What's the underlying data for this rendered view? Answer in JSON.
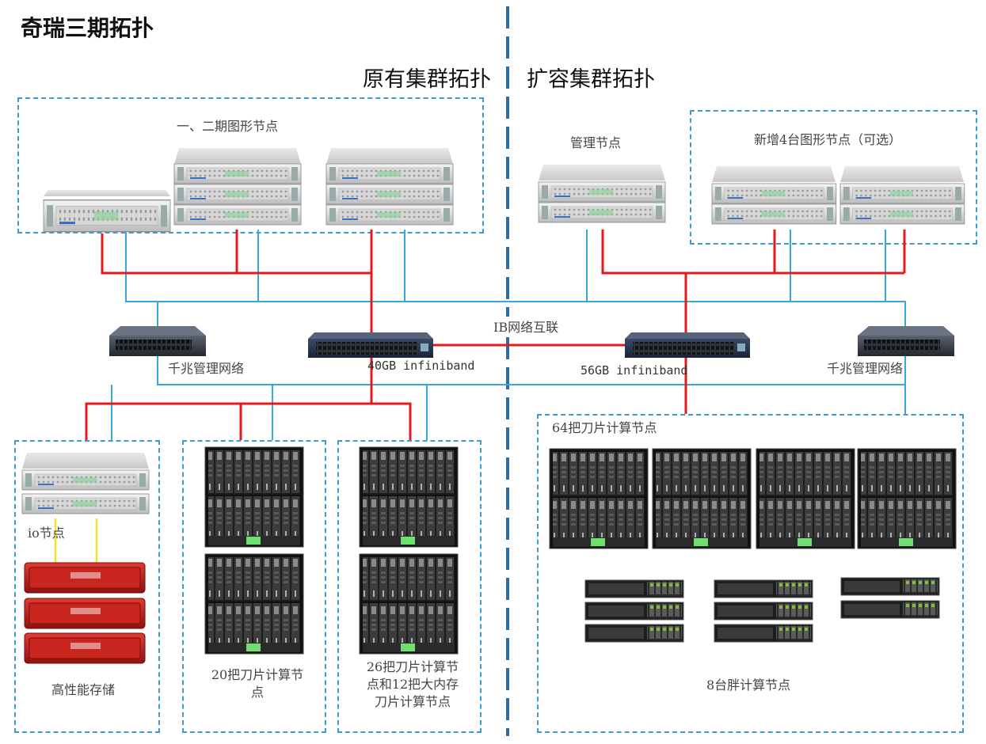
{
  "header": {
    "title": "奇瑞三期拓扑"
  },
  "sections": {
    "left": "原有集群拓扑",
    "right": "扩容集群拓扑"
  },
  "groups": {
    "graphics_nodes_12": "一、二期图形节点",
    "mgmt_node": "管理节点",
    "new_graphics_nodes": "新增4台图形节点（可选）",
    "blade_64": "64把刀片计算节点",
    "io_node": "io节点",
    "storage": "高性能存储",
    "blade_20": "20把刀片计算节点",
    "blade_26": "26把刀片计算节点和12把大内存刀片计算节点",
    "fat_nodes": "8台胖计算节点"
  },
  "network": {
    "gigabit_left": "千兆管理网络",
    "gigabit_right": "千兆管理网络",
    "ib_40": "40GB infiniband",
    "ib_56": "56GB infiniband",
    "ib_interconnect": "IB网络互联"
  },
  "colors": {
    "ib_link": "#e41a1c",
    "mgmt_link": "#3aa6dc",
    "storage_link": "#f2e421",
    "divider": "#2b6ea0",
    "dashed_box": "#3a9bd5"
  }
}
